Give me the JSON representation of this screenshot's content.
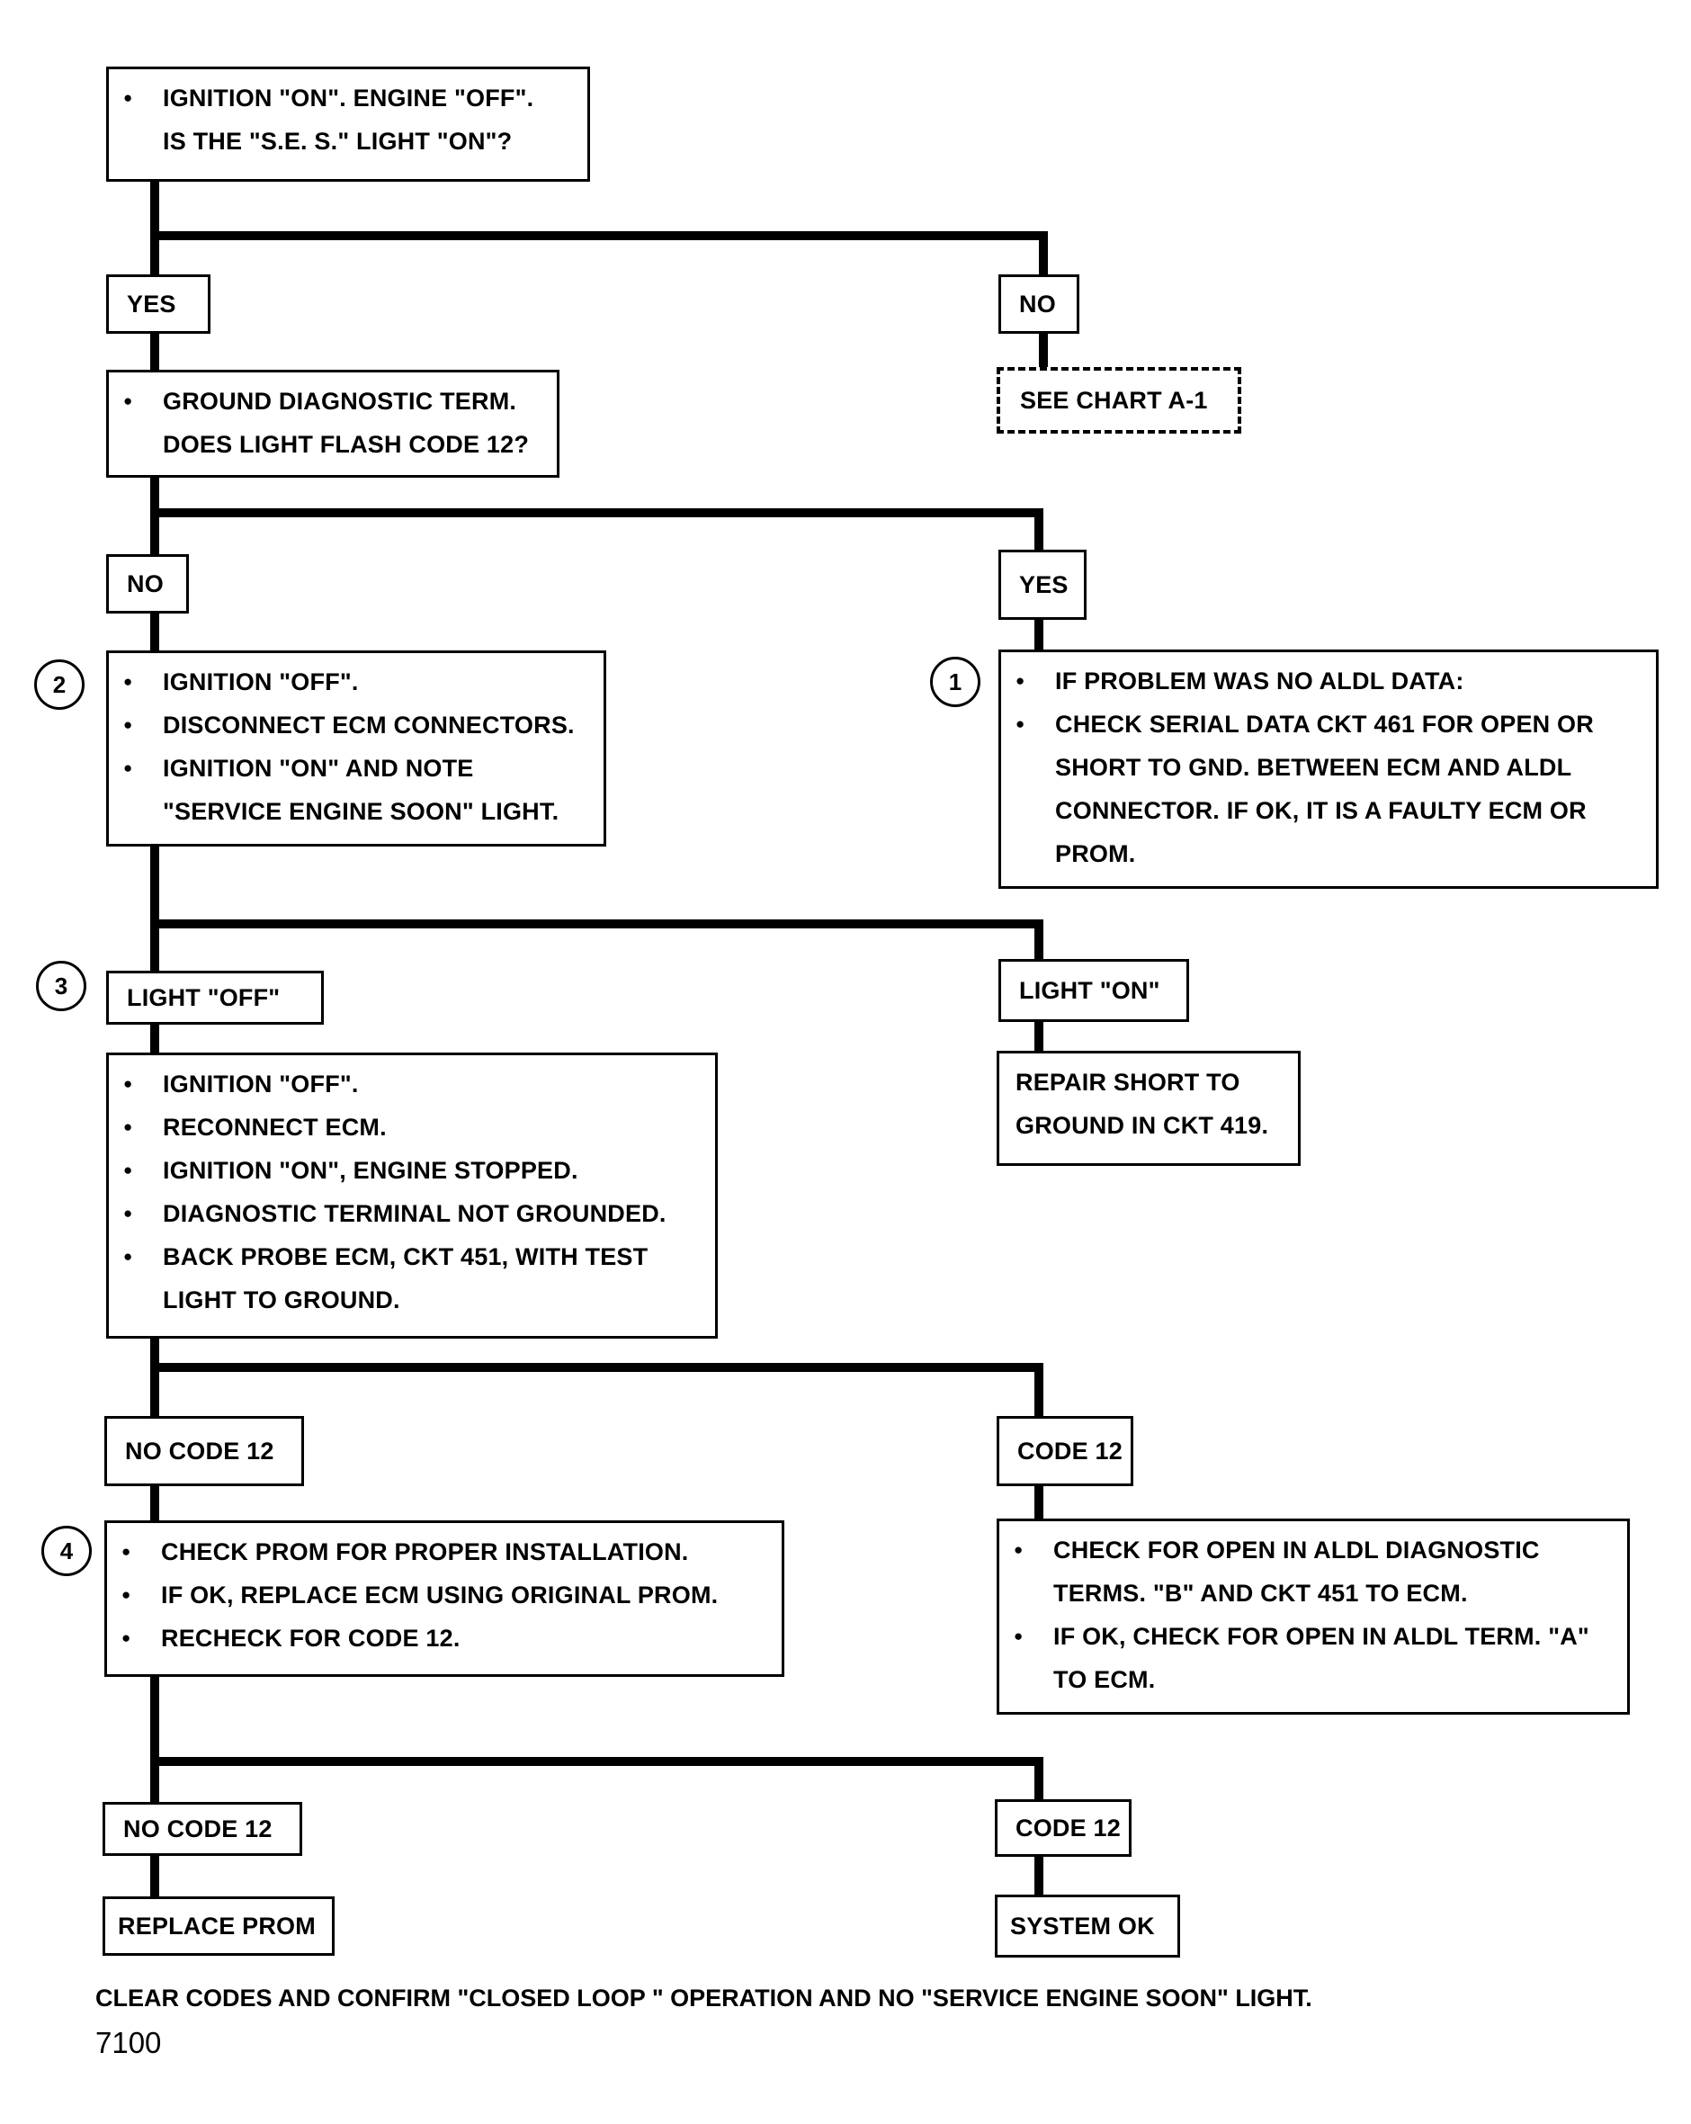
{
  "diagram": {
    "start": {
      "lines": [
        "IGNITION \"ON\". ENGINE \"OFF\".",
        "IS THE \"S.E. S.\" LIGHT \"ON\"?"
      ]
    },
    "yes1": "YES",
    "no1": "NO",
    "see_chart": "SEE CHART A-1",
    "ground_diag": {
      "lines": [
        "GROUND DIAGNOSTIC TERM.",
        "DOES LIGHT FLASH CODE 12?"
      ]
    },
    "no2": "NO",
    "yes2": "YES",
    "step2": {
      "marker": "2",
      "items": [
        "IGNITION \"OFF\".",
        "DISCONNECT ECM CONNECTORS.",
        "IGNITION \"ON\" AND NOTE",
        "\"SERVICE ENGINE SOON\" LIGHT."
      ]
    },
    "step1": {
      "marker": "1",
      "items": [
        "IF PROBLEM WAS NO ALDL DATA:",
        "CHECK SERIAL DATA CKT 461 FOR OPEN OR",
        "SHORT TO GND. BETWEEN ECM AND ALDL",
        "CONNECTOR. IF OK, IT IS A FAULTY ECM OR",
        "PROM."
      ]
    },
    "light_off": {
      "marker": "3",
      "label": "LIGHT \"OFF\""
    },
    "light_on": "LIGHT \"ON\"",
    "step3": {
      "items": [
        "IGNITION \"OFF\".",
        "RECONNECT ECM.",
        "IGNITION \"ON\", ENGINE STOPPED.",
        "DIAGNOSTIC TERMINAL NOT GROUNDED.",
        "BACK PROBE ECM, CKT 451, WITH TEST",
        "LIGHT TO GROUND."
      ]
    },
    "repair_short": {
      "lines": [
        "REPAIR SHORT TO",
        "GROUND IN CKT 419."
      ]
    },
    "no_code_12_a": "NO CODE 12",
    "code_12_a": "CODE 12",
    "step4": {
      "marker": "4",
      "items": [
        "CHECK PROM FOR PROPER INSTALLATION.",
        "IF OK, REPLACE ECM USING ORIGINAL PROM.",
        "RECHECK FOR CODE 12."
      ]
    },
    "check_open": {
      "items": [
        "CHECK FOR OPEN IN ALDL DIAGNOSTIC",
        "TERMS. \"B\" AND CKT 451 TO ECM.",
        "IF OK, CHECK FOR OPEN IN ALDL TERM. \"A\"",
        "TO ECM."
      ]
    },
    "no_code_12_b": "NO CODE 12",
    "code_12_b": "CODE 12",
    "replace_prom": "REPLACE PROM",
    "system_ok": "SYSTEM OK"
  },
  "footer": {
    "note": "CLEAR CODES AND CONFIRM \"CLOSED LOOP \" OPERATION AND NO \"SERVICE ENGINE SOON\" LIGHT.",
    "code": "7100"
  }
}
